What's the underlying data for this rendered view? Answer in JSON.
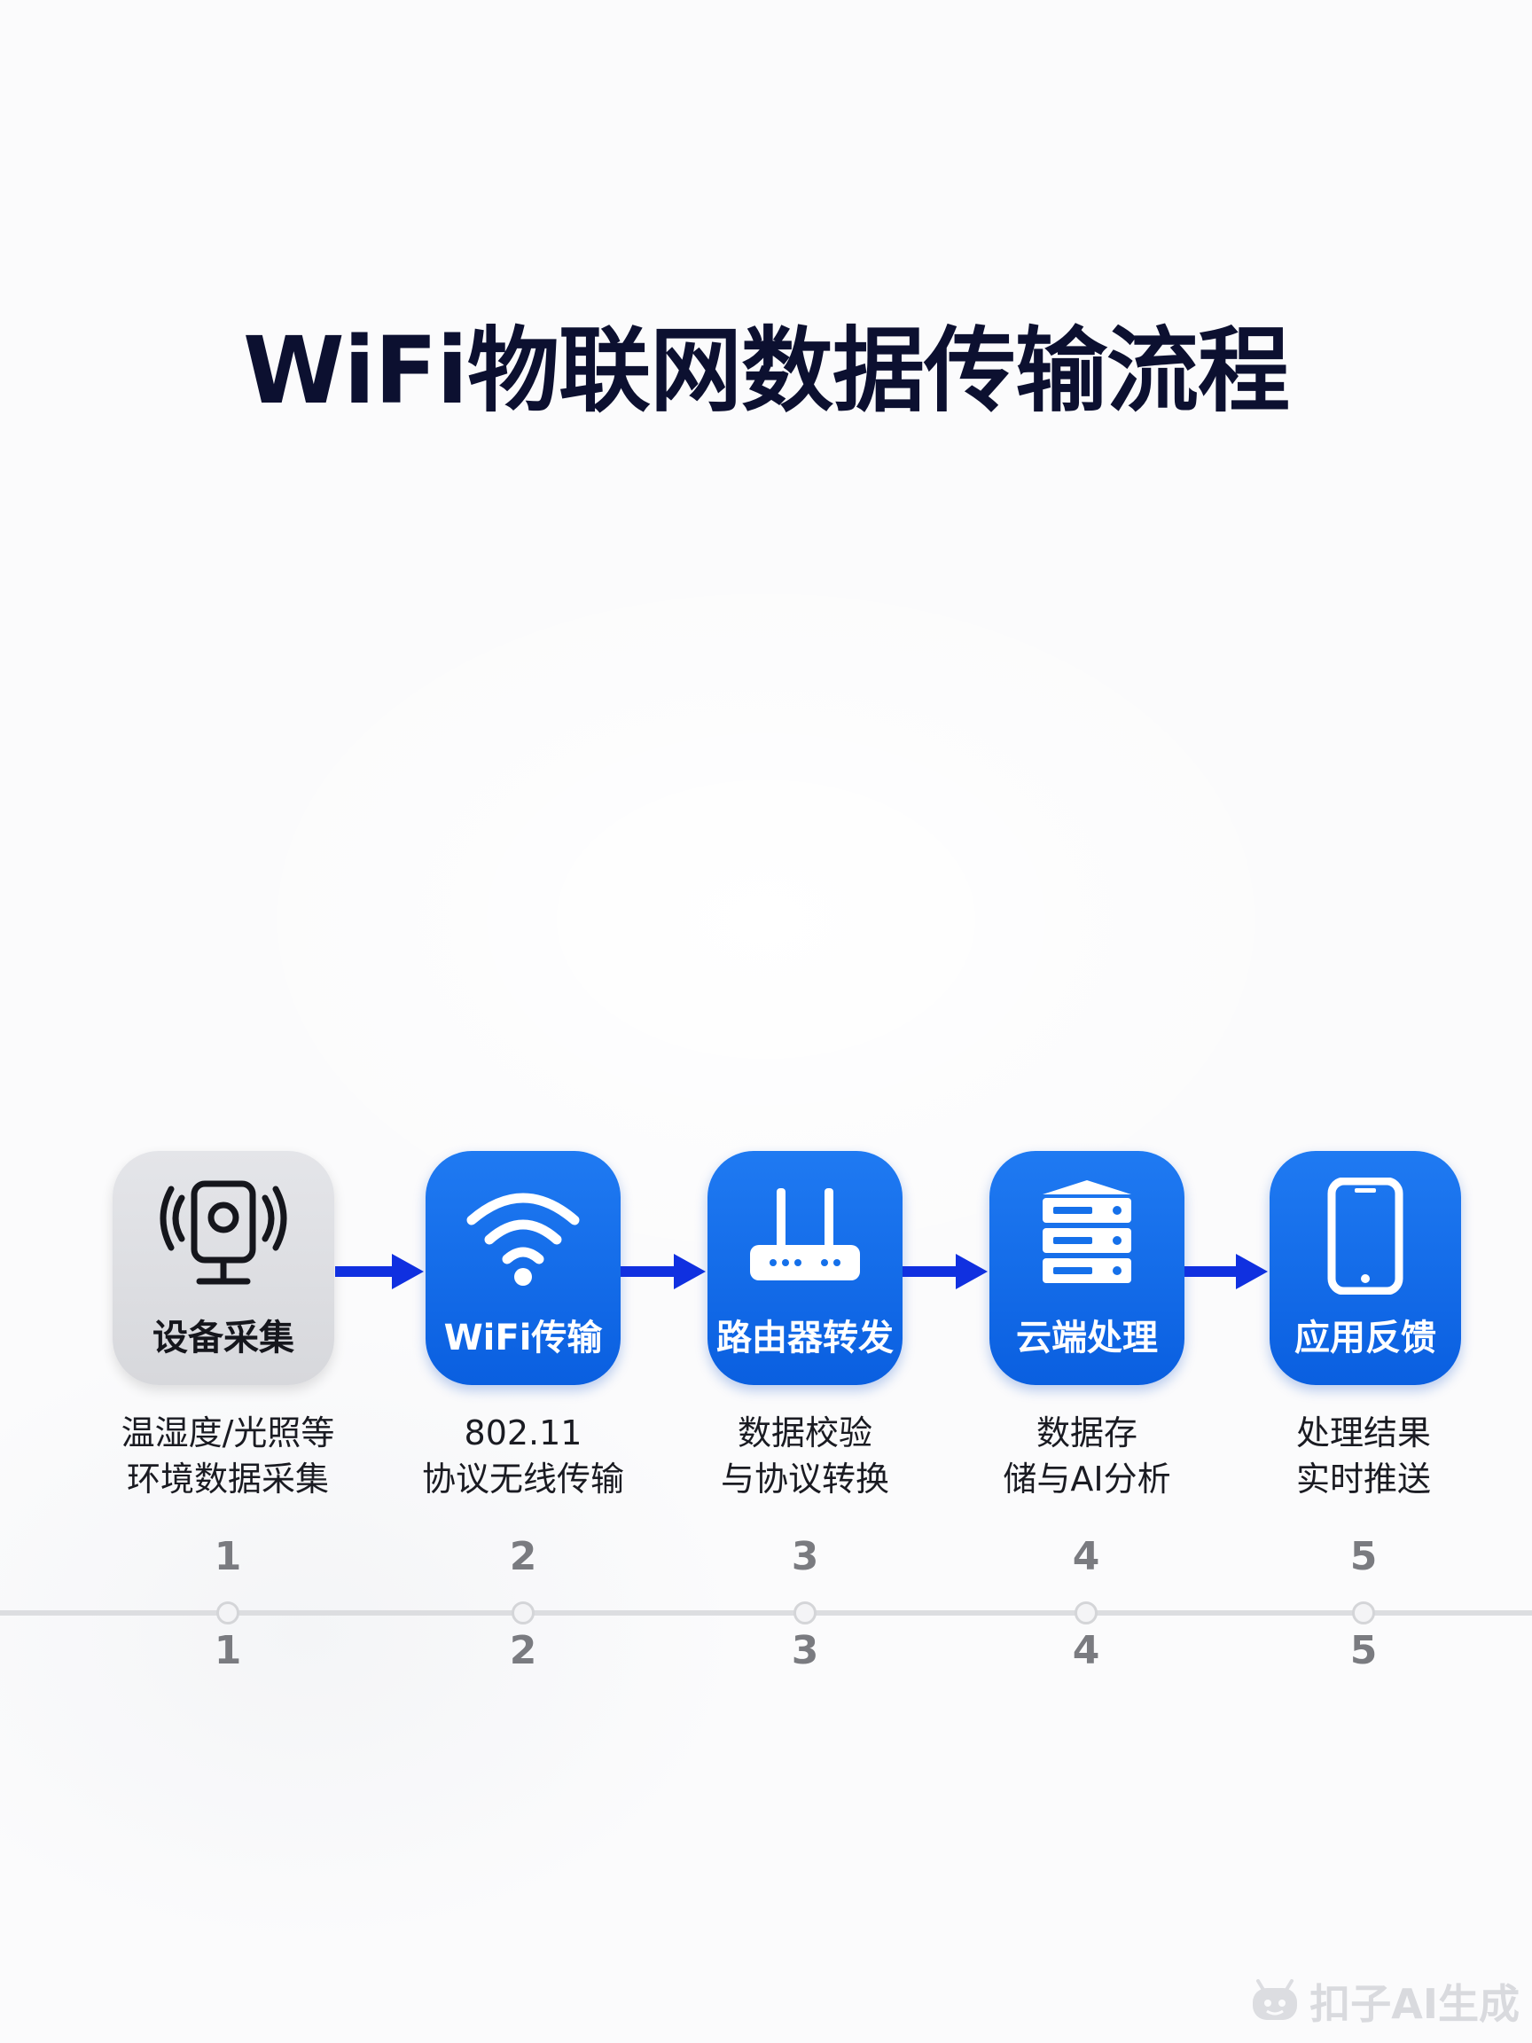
{
  "title": "WiFi物联网数据传输流程",
  "steps": [
    {
      "label": "设备采集",
      "desc_line1": "温湿度/光照等",
      "desc_line2": "环境数据采集",
      "number": "1",
      "icon": "camera-sensor-icon",
      "color": "#dcdde1"
    },
    {
      "label": "WiFi传输",
      "desc_line1": "802.11",
      "desc_line2": "协议无线传输",
      "number": "2",
      "icon": "wifi-icon",
      "color": "#1570ea"
    },
    {
      "label": "路由器转发",
      "desc_line1": "数据校验",
      "desc_line2": "与协议转换",
      "number": "3",
      "icon": "router-icon",
      "color": "#1570ea"
    },
    {
      "label": "云端处理",
      "desc_line1": "数据存",
      "desc_line2": "储与AI分析",
      "number": "4",
      "icon": "server-icon",
      "color": "#1570ea"
    },
    {
      "label": "应用反馈",
      "desc_line1": "处理结果",
      "desc_line2": "实时推送",
      "number": "5",
      "icon": "smartphone-icon",
      "color": "#1570ea"
    }
  ],
  "arrow_color": "#1030e0",
  "watermark": "扣子AI生成"
}
